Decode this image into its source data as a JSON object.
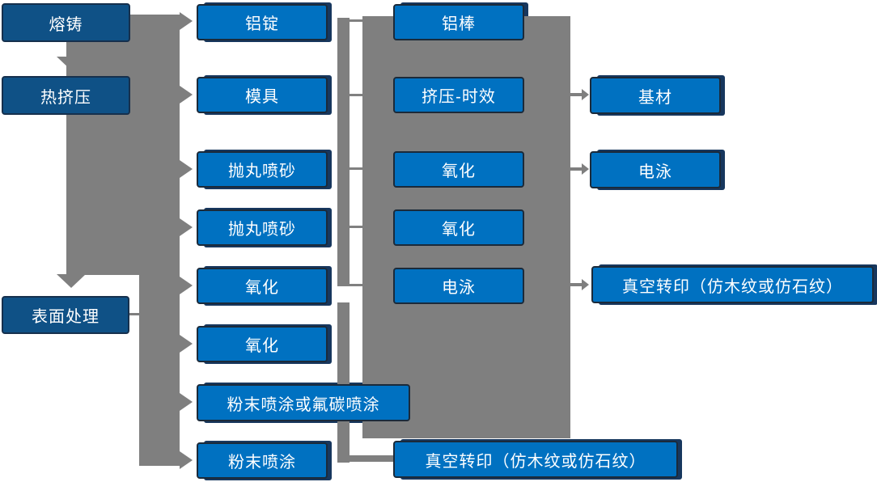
{
  "diagram": {
    "type": "process-flowchart",
    "colors": {
      "node_blue": "#0071c1",
      "node_dark_blue": "#0f5186",
      "node_shadow_navy": "#17375e",
      "connector_gray": "#7f7f7f",
      "text": "#ffffff",
      "background": "#ffffff"
    }
  },
  "nodes": [
    {
      "label": "熔铸"
    },
    {
      "label": "热挤压"
    },
    {
      "label": "表面处理"
    },
    {
      "label": "铝锭"
    },
    {
      "label": "模具"
    },
    {
      "label": "抛丸喷砂"
    },
    {
      "label": "抛丸喷砂"
    },
    {
      "label": "氧化"
    },
    {
      "label": "氧化"
    },
    {
      "label": "粉末喷涂或氟碳喷涂"
    },
    {
      "label": "粉末喷涂"
    },
    {
      "label": "铝棒"
    },
    {
      "label": "挤压-时效"
    },
    {
      "label": "氧化"
    },
    {
      "label": "氧化"
    },
    {
      "label": "电泳"
    },
    {
      "label": "真空转印（仿木纹或仿石纹）"
    },
    {
      "label": "基材"
    },
    {
      "label": "电泳"
    },
    {
      "label": "真空转印（仿木纹或仿石纹）"
    }
  ],
  "connections": [
    "熔铸 → 热挤压",
    "热挤压 → 表面处理",
    "熔铸/热挤压干线 → 铝锭",
    "熔铸/热挤压干线 → 模具",
    "熔铸/热挤压干线 → 抛丸喷砂",
    "熔铸/热挤压干线 → 抛丸喷砂",
    "干线 → 氧化",
    "表面处理干线 → 氧化",
    "表面处理干线 → 粉末喷涂或氟碳喷涂",
    "表面处理干线 → 粉末喷涂",
    "挤压-时效 → 基材",
    "氧化 → 电泳",
    "电泳 → 真空转印（仿木纹或仿石纹）",
    "粉末喷涂 → 真空转印（仿木纹或仿石纹）"
  ]
}
